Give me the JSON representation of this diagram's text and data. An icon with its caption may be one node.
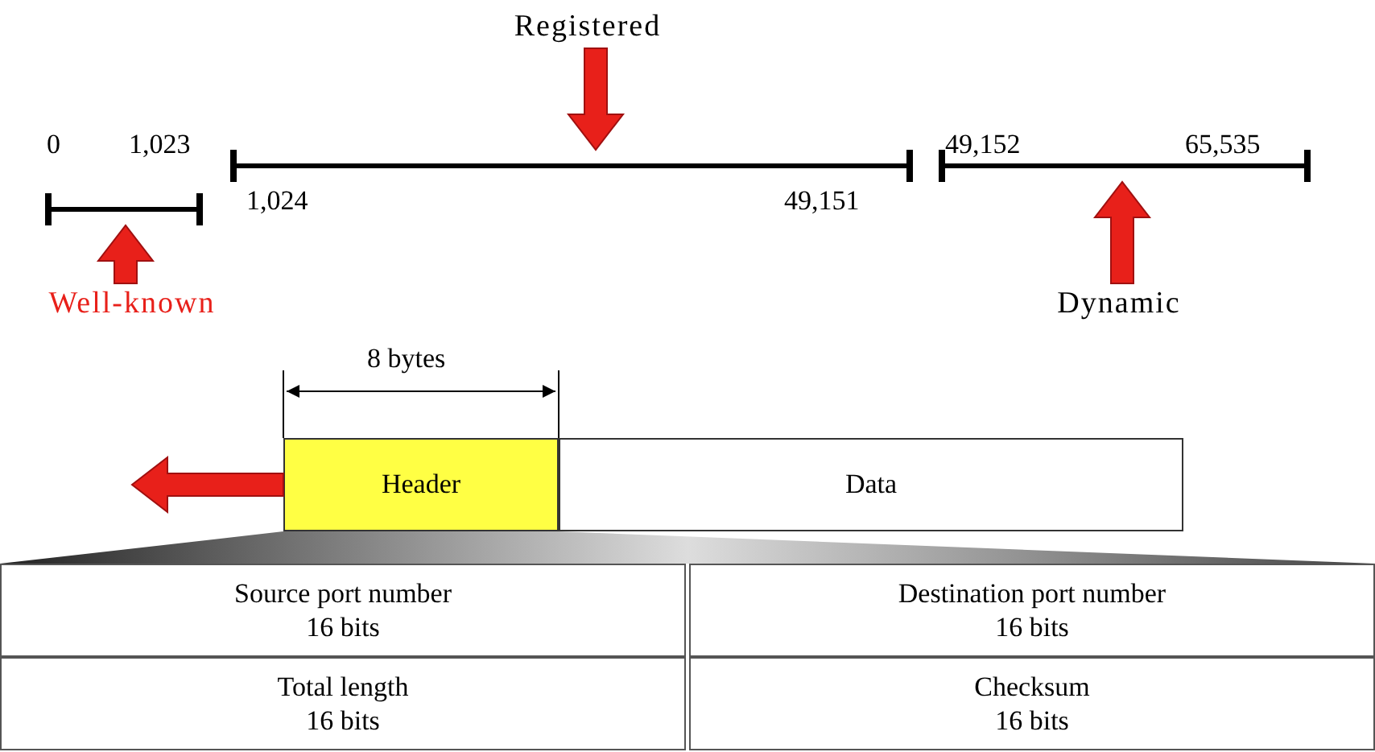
{
  "diagram": {
    "nodes": [
      {
        "text": [],
        "shape": "bar"
      },
      {
        "text": [],
        "shape": "bar"
      },
      {
        "text": [],
        "shape": "bar"
      },
      {
        "text": [
          "Well-known"
        ]
      },
      {
        "text": [
          "Registered"
        ]
      },
      {
        "text": [
          "Dynamic"
        ]
      },
      {
        "text": [
          "Header"
        ]
      },
      {
        "text": [
          "Data"
        ]
      }
    ],
    "edges": [
      {
        "from": 3,
        "to": 0,
        "arrow": "to"
      },
      {
        "from": 4,
        "to": 1,
        "arrow": "to"
      },
      {
        "from": 5,
        "to": 2,
        "arrow": "to"
      },
      {
        "from": 6,
        "to": null,
        "arrow": "to"
      }
    ],
    "labels": [
      "0",
      "1,023",
      "1,024",
      "49,151",
      "49,152",
      "65,535",
      "8 bytes",
      "Source port number",
      "16 bits",
      "Destination port number",
      "16 bits",
      "Total length",
      "16 bits",
      "Checksum",
      "16 bits"
    ]
  }
}
